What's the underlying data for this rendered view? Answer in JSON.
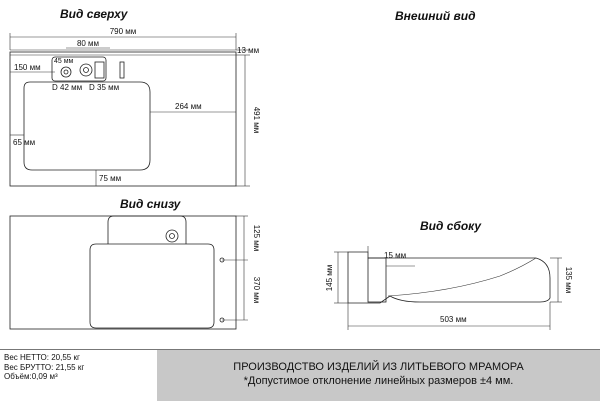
{
  "views": {
    "top": "Вид сверху",
    "exterior": "Внешний вид",
    "bottom": "Вид снизу",
    "side": "Вид сбоку"
  },
  "top_view": {
    "width": "790 мм",
    "taps_spacing": "80 мм",
    "depth_edge": "13 мм",
    "left_offset": "150 мм",
    "tap_distance": "45 мм",
    "hole_left": "D 42 мм",
    "hole_right": "D 35 мм",
    "basin_right": "264 мм",
    "total_depth": "491 мм",
    "basin_left": "65 мм",
    "basin_bottom": "75 мм"
  },
  "bottom_view": {
    "depth_top": "125 мм",
    "depth_bottom": "370 мм"
  },
  "side_view": {
    "lip": "15 мм",
    "height_left": "145 мм",
    "height_right": "135 мм",
    "length": "503 мм"
  },
  "footer": {
    "net_weight": "Вес НЕТТО: 20,55 кг",
    "gross_weight": "Вес БРУТТО: 21,55 кг",
    "volume": "Объём:0,09 м³",
    "title": "ПРОИЗВОДСТВО ИЗДЕЛИЙ ИЗ ЛИТЬЕВОГО МРАМОРА",
    "note": "*Допустимое отклонение линейных размеров ±4 мм."
  }
}
